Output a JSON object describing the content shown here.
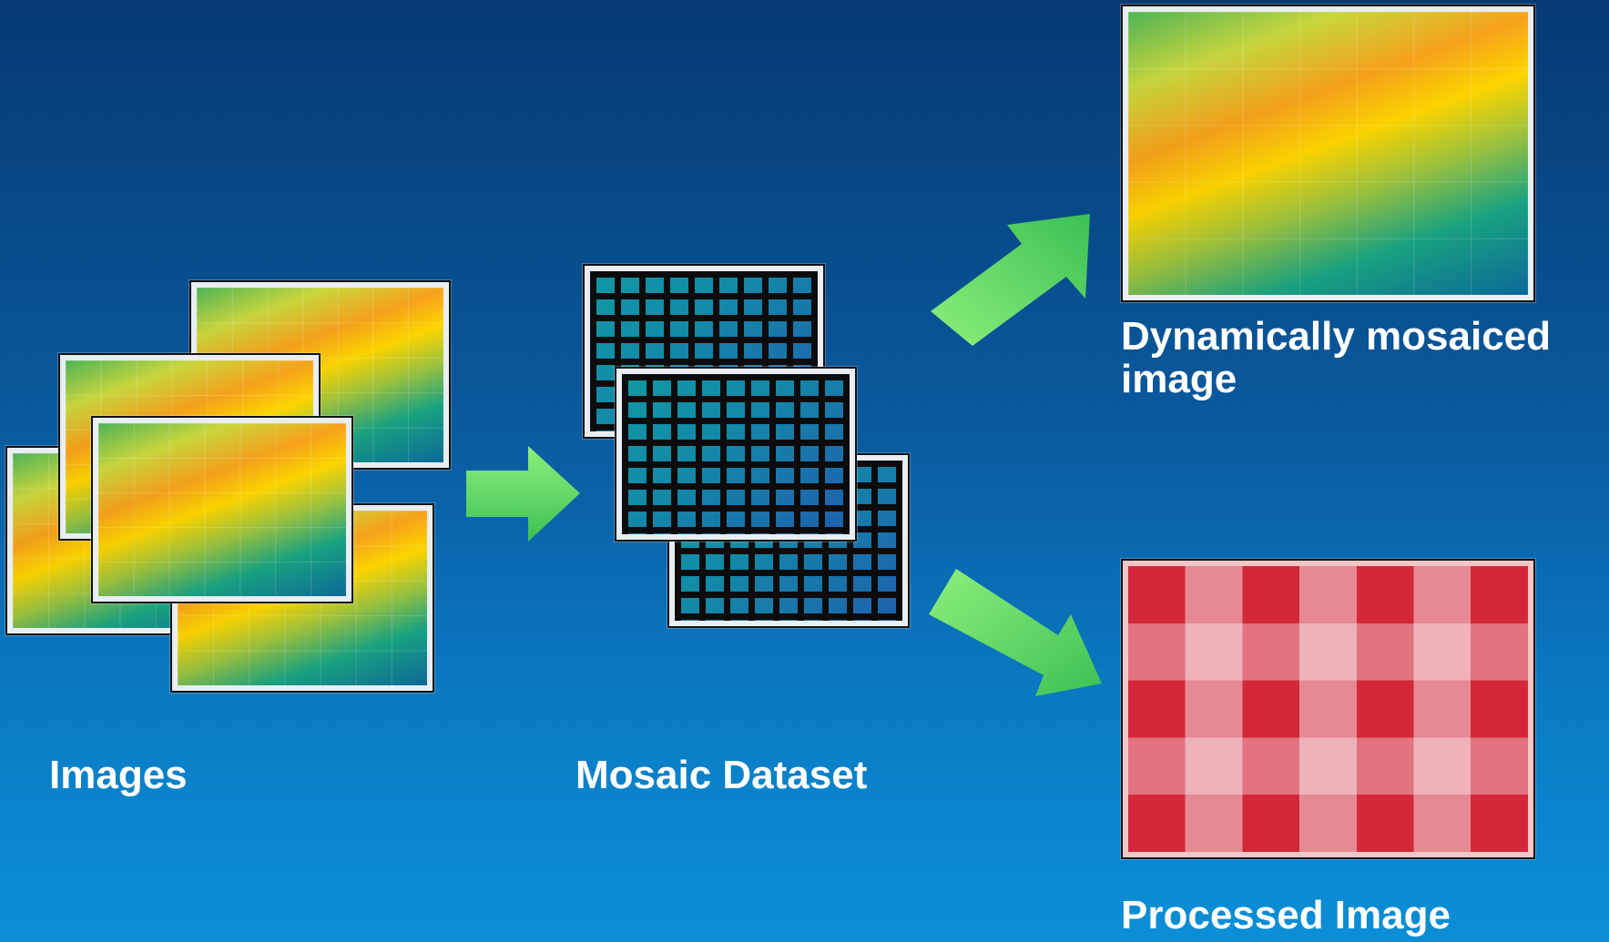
{
  "labels": {
    "images": "Images",
    "mosaic_dataset": "Mosaic Dataset",
    "dynamic_line1": "Dynamically mosaiced",
    "dynamic_line2": "image",
    "processed": "Processed Image"
  },
  "colors": {
    "arrow": "#5fd964",
    "background_top": "#063a73",
    "background_bottom": "#0b8fd6"
  }
}
